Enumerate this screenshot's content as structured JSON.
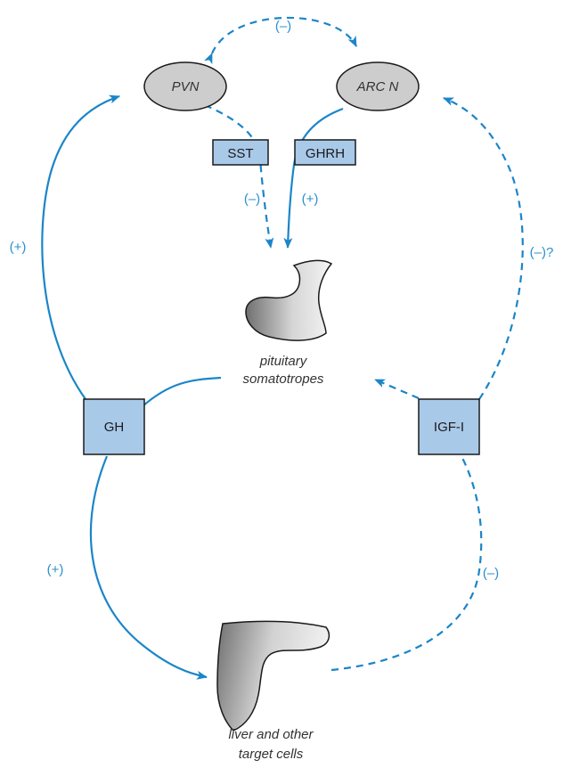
{
  "nodes": {
    "pvn": "PVN",
    "arcn": "ARC N",
    "sst": "SST",
    "ghrh": "GHRH",
    "gh": "GH",
    "igf": "IGF-I",
    "pituitary_line1": "pituitary",
    "pituitary_line2": "somatotropes",
    "liver_line1": "liver and other",
    "liver_line2": "target cells"
  },
  "signs": {
    "pvn_arc": "(–)",
    "sst_effect": "(–)",
    "ghrh_effect": "(+)",
    "gh_to_pvn": "(+)",
    "igf_to_arc": "(–)?",
    "gh_to_liver": "(+)",
    "liver_to_igf": "(–)"
  },
  "colors": {
    "arrow": "#1b85c8",
    "box_fill": "#a9c9e9",
    "box_stroke": "#1a1a1a",
    "ellipse_fill": "#cdcdcd",
    "organ_dark": "#6f6f6f",
    "organ_light": "#f4f4f4"
  }
}
